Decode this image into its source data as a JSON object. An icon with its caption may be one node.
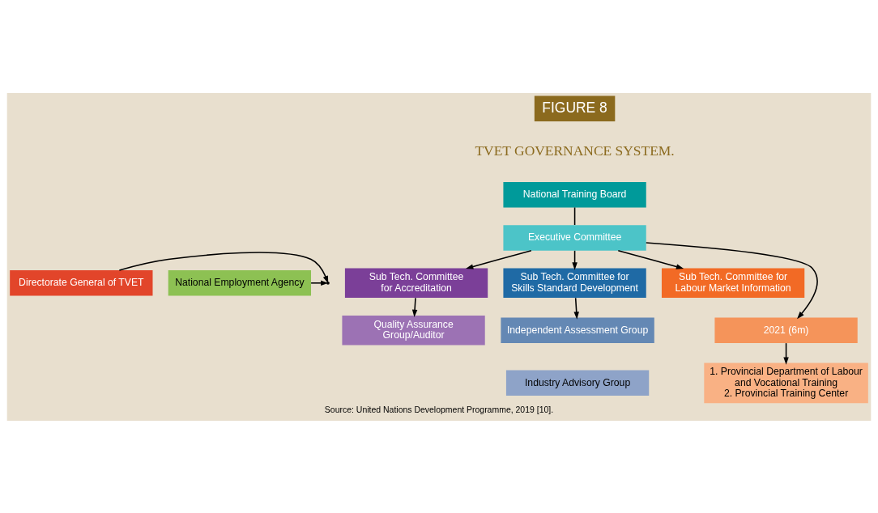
{
  "diagram": {
    "title": "TVET GOVERNANCE SYSTEM.",
    "caption": "Source: United Nations Development Programme, 2019 [10].",
    "nodes": [
      {
        "text": [
          "National Training Board"
        ]
      },
      {
        "text": [
          "Executive Committee"
        ]
      },
      {
        "text": [
          "Directorate General of TVET"
        ]
      },
      {
        "text": [
          "National Employment Agency"
        ]
      },
      {
        "text": [
          "Sub Tech. Committee for Accreditation"
        ]
      },
      {
        "text": [
          "Sub Tech. Committee for Skills Standard Development"
        ]
      },
      {
        "text": [
          "Sub Tech. Committee for Labour Market Information"
        ]
      },
      {
        "text": [
          "Quality Assurance Group/Auditor"
        ]
      },
      {
        "text": [
          "Independent Assessment Group"
        ]
      },
      {
        "text": [
          "Industry Advisory Group"
        ]
      },
      {
        "text": [
          "2021 (6m)"
        ]
      },
      {
        "text": [
          "1. Provincial Department of Labour and Vocational Training",
          "2. Provincial Training Center"
        ]
      }
    ],
    "edges": [
      {
        "from": 0,
        "to": 1,
        "arrow": "none"
      },
      {
        "from": 2,
        "to": null,
        "arrow": "to"
      },
      {
        "from": 3,
        "to": null,
        "arrow": "to"
      },
      {
        "from": 1,
        "to": 4,
        "arrow": "to"
      },
      {
        "from": 1,
        "to": 5,
        "arrow": "to"
      },
      {
        "from": 1,
        "to": 6,
        "arrow": "to"
      },
      {
        "from": 1,
        "to": 10,
        "arrow": "to"
      },
      {
        "from": 4,
        "to": 7,
        "arrow": "to"
      },
      {
        "from": 5,
        "to": 8,
        "arrow": "to"
      },
      {
        "from": 10,
        "to": 11,
        "arrow": "to"
      }
    ],
    "labels": [
      "FIGURE 8"
    ]
  }
}
